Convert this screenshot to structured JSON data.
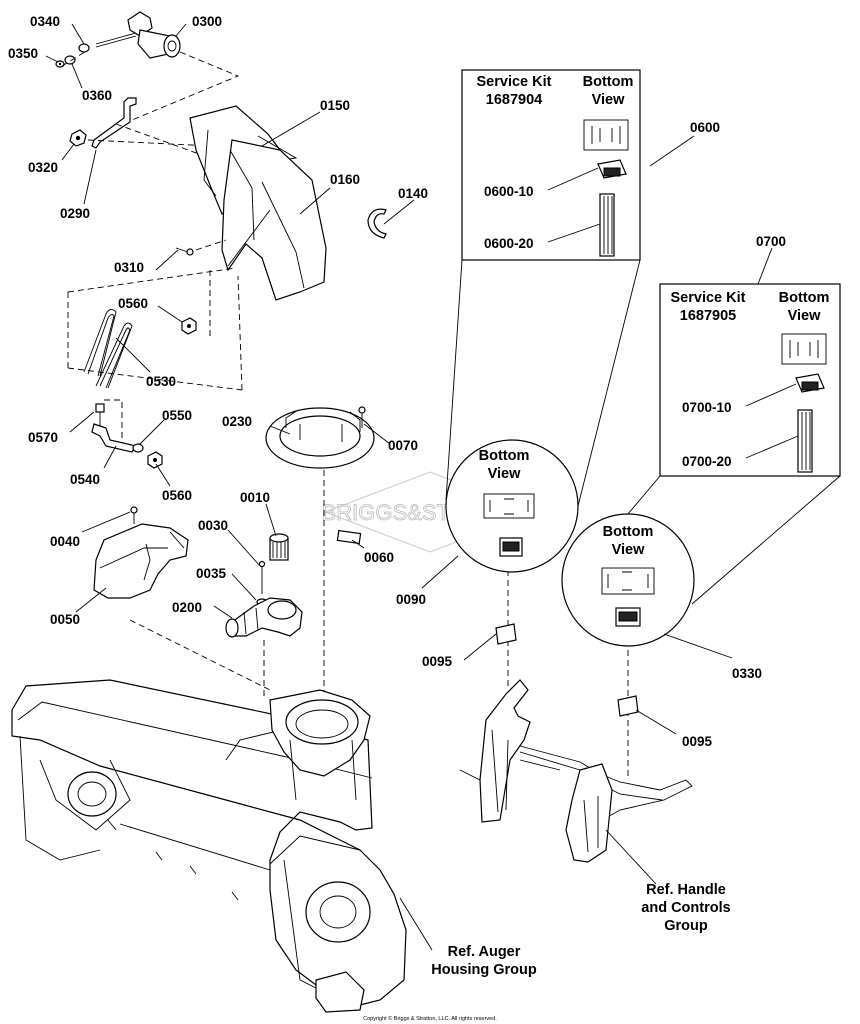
{
  "labels": {
    "p0340": "0340",
    "p0300": "0300",
    "p0350": "0350",
    "p0360": "0360",
    "p0320": "0320",
    "p0290": "0290",
    "p0150": "0150",
    "p0160": "0160",
    "p0140": "0140",
    "p0310": "0310",
    "p0560a": "0560",
    "p0530": "0530",
    "p0570": "0570",
    "p0550": "0550",
    "p0540": "0540",
    "p0560b": "0560",
    "p0230": "0230",
    "p0070": "0070",
    "p0040": "0040",
    "p0010": "0010",
    "p0030": "0030",
    "p0035": "0035",
    "p0200": "0200",
    "p0050": "0050",
    "p0060": "0060",
    "p0090": "0090",
    "p0095a": "0095",
    "p0095b": "0095",
    "p0330": "0330",
    "p0600": "0600",
    "p0600_10": "0600-10",
    "p0600_20": "0600-20",
    "p0700": "0700",
    "p0700_10": "0700-10",
    "p0700_20": "0700-20"
  },
  "kit1": {
    "title1": "Service Kit",
    "title2": "1687904",
    "view1": "Bottom",
    "view2": "View"
  },
  "kit2": {
    "title1": "Service Kit",
    "title2": "1687905",
    "view1": "Bottom",
    "view2": "View"
  },
  "circle1": {
    "line1": "Bottom",
    "line2": "View"
  },
  "circle2": {
    "line1": "Bottom",
    "line2": "View"
  },
  "refs": {
    "auger1": "Ref. Auger",
    "auger2": "Housing Group",
    "handle1": "Ref. Handle",
    "handle2": "and Controls",
    "handle3": "Group"
  },
  "watermark": "BRIGGS&STRATTON",
  "copyright": "Copyright © Briggs & Stratton, LLC. All rights reserved."
}
